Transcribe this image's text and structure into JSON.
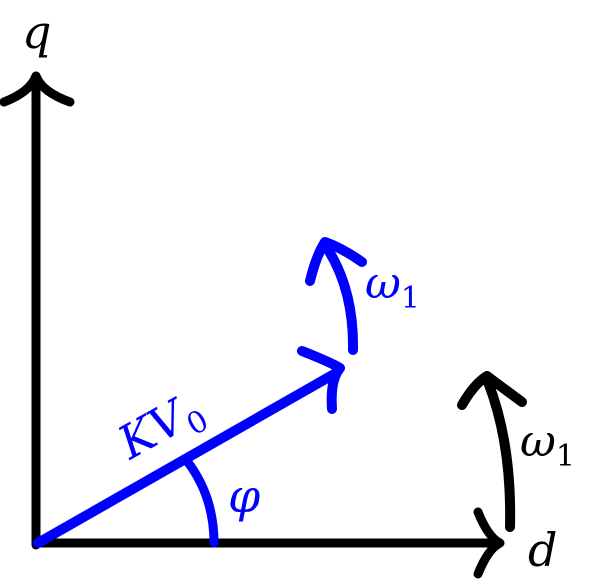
{
  "labels": {
    "q_axis": "q",
    "d_axis": "d",
    "vector_main": "KV",
    "vector_sub": "0",
    "angle": "φ",
    "omega_vector_main": "ω",
    "omega_vector_sub": "1",
    "omega_frame_main": "ω",
    "omega_frame_sub": "1"
  },
  "colors": {
    "axes": "#000000",
    "vector": "#0000ff",
    "frame_rotation": "#000000"
  }
}
